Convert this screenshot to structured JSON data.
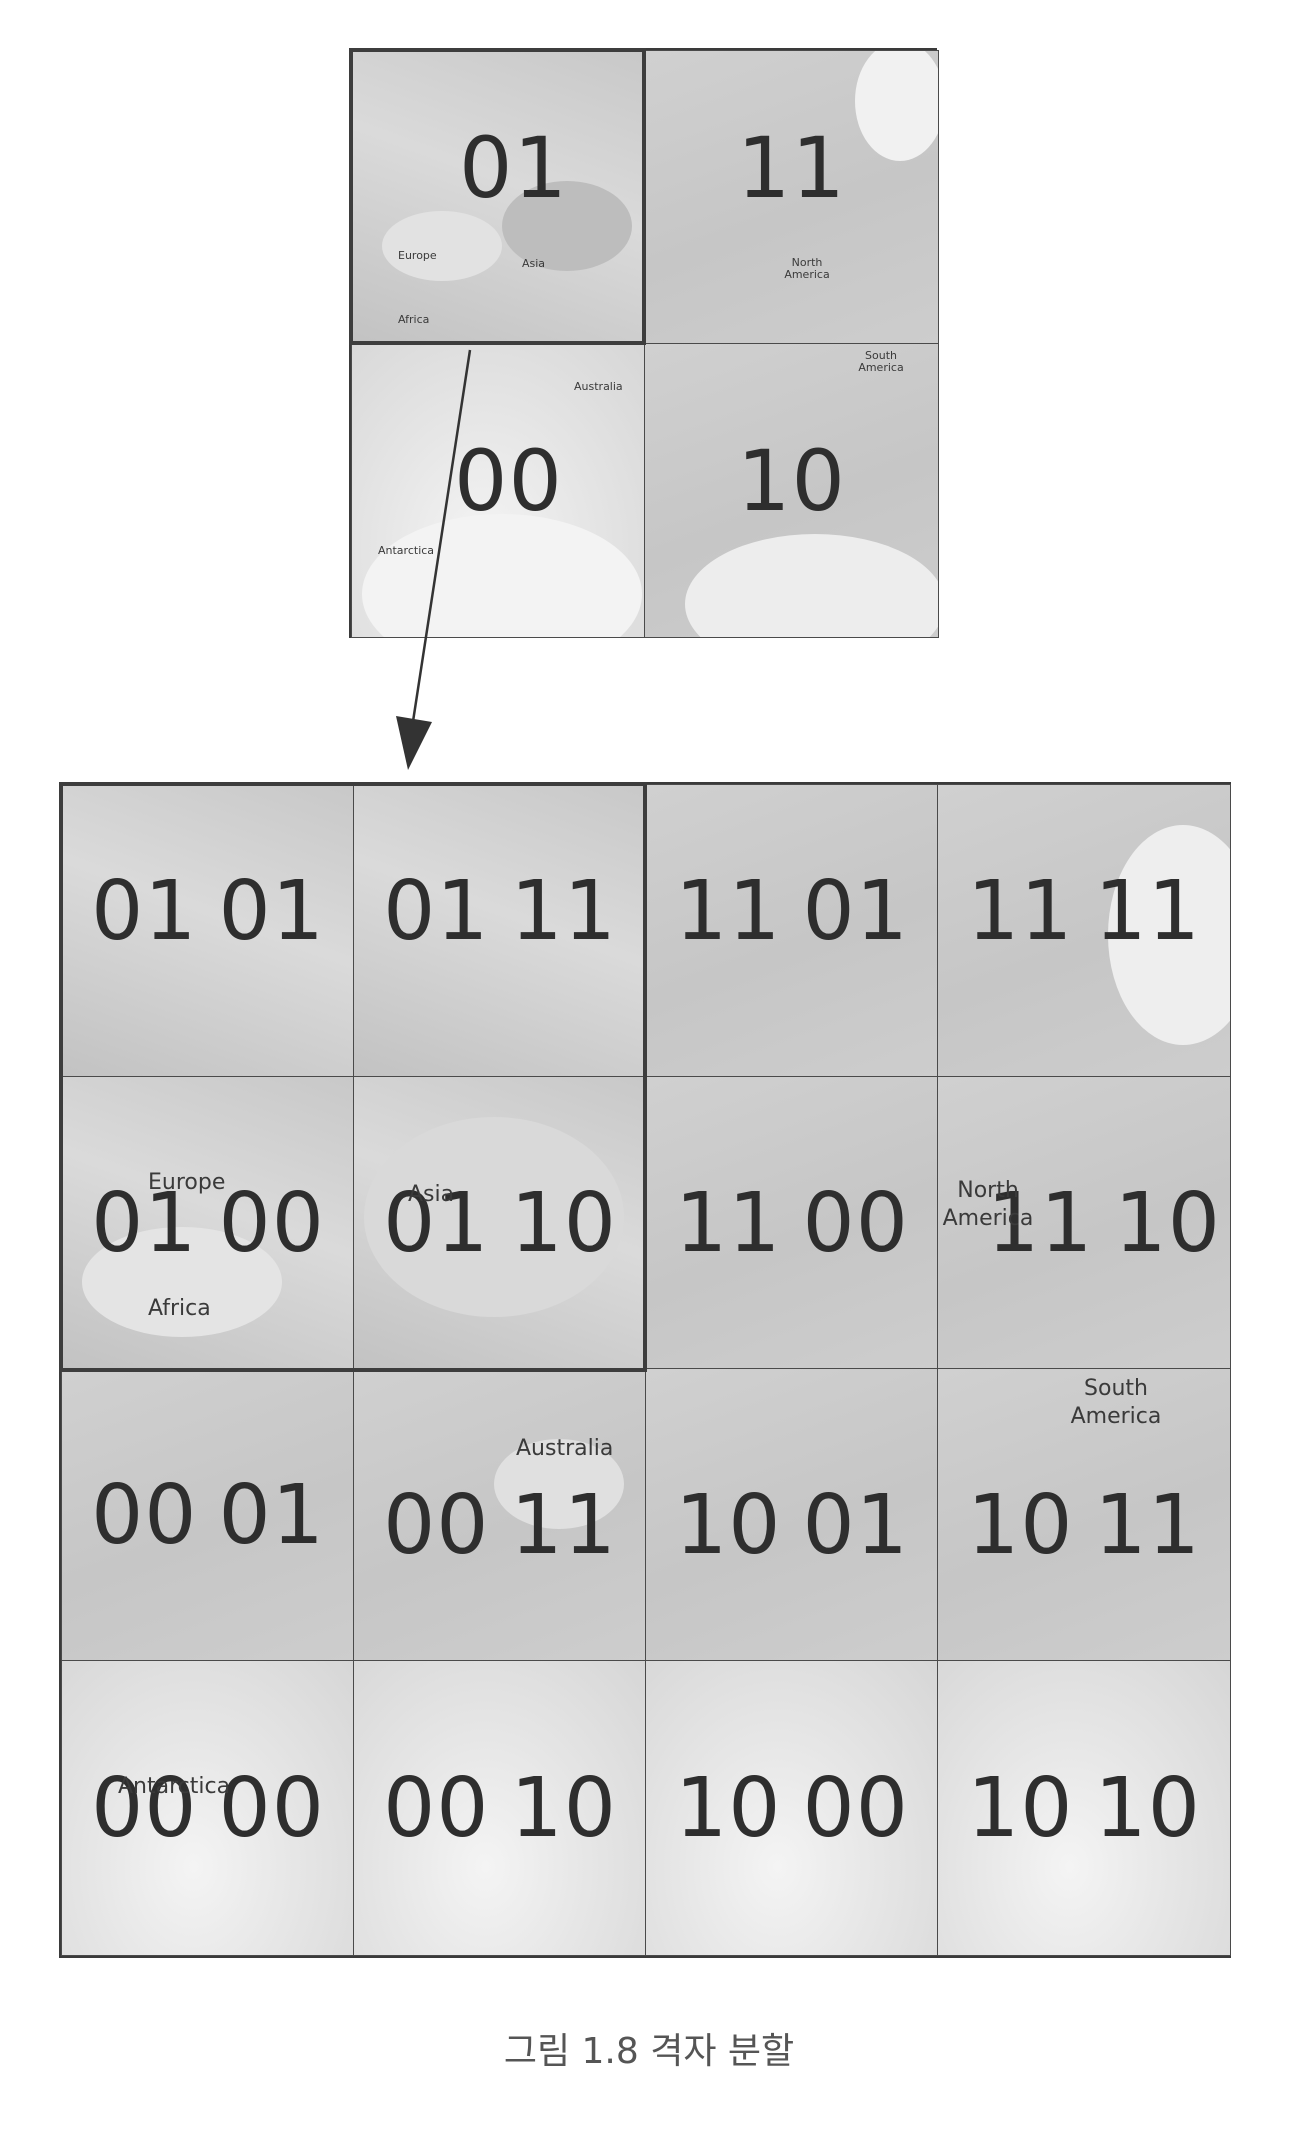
{
  "small_grid": {
    "tiles": [
      {
        "code": "01",
        "places": [
          "Europe",
          "Asia",
          "Africa"
        ]
      },
      {
        "code": "11",
        "places": [
          "North America"
        ]
      },
      {
        "code": "00",
        "places": [
          "Australia",
          "Antarctica"
        ]
      },
      {
        "code": "10",
        "places": [
          "South America"
        ]
      }
    ]
  },
  "large_grid": {
    "rows": [
      [
        "01 01",
        "01 11",
        "11 01",
        "11 11"
      ],
      [
        "01 00",
        "01 10",
        "11 00",
        "11 10"
      ],
      [
        "00 01",
        "00 11",
        "10 01",
        "10 11"
      ],
      [
        "00 00",
        "00 10",
        "10 00",
        "10 10"
      ]
    ],
    "places": {
      "europe": "Europe",
      "asia": "Asia",
      "africa": "Africa",
      "north_america": "North America",
      "australia": "Australia",
      "south_america": "South America",
      "antarctica": "Antarctica"
    }
  },
  "caption": "그림 1.8 격자 분할"
}
